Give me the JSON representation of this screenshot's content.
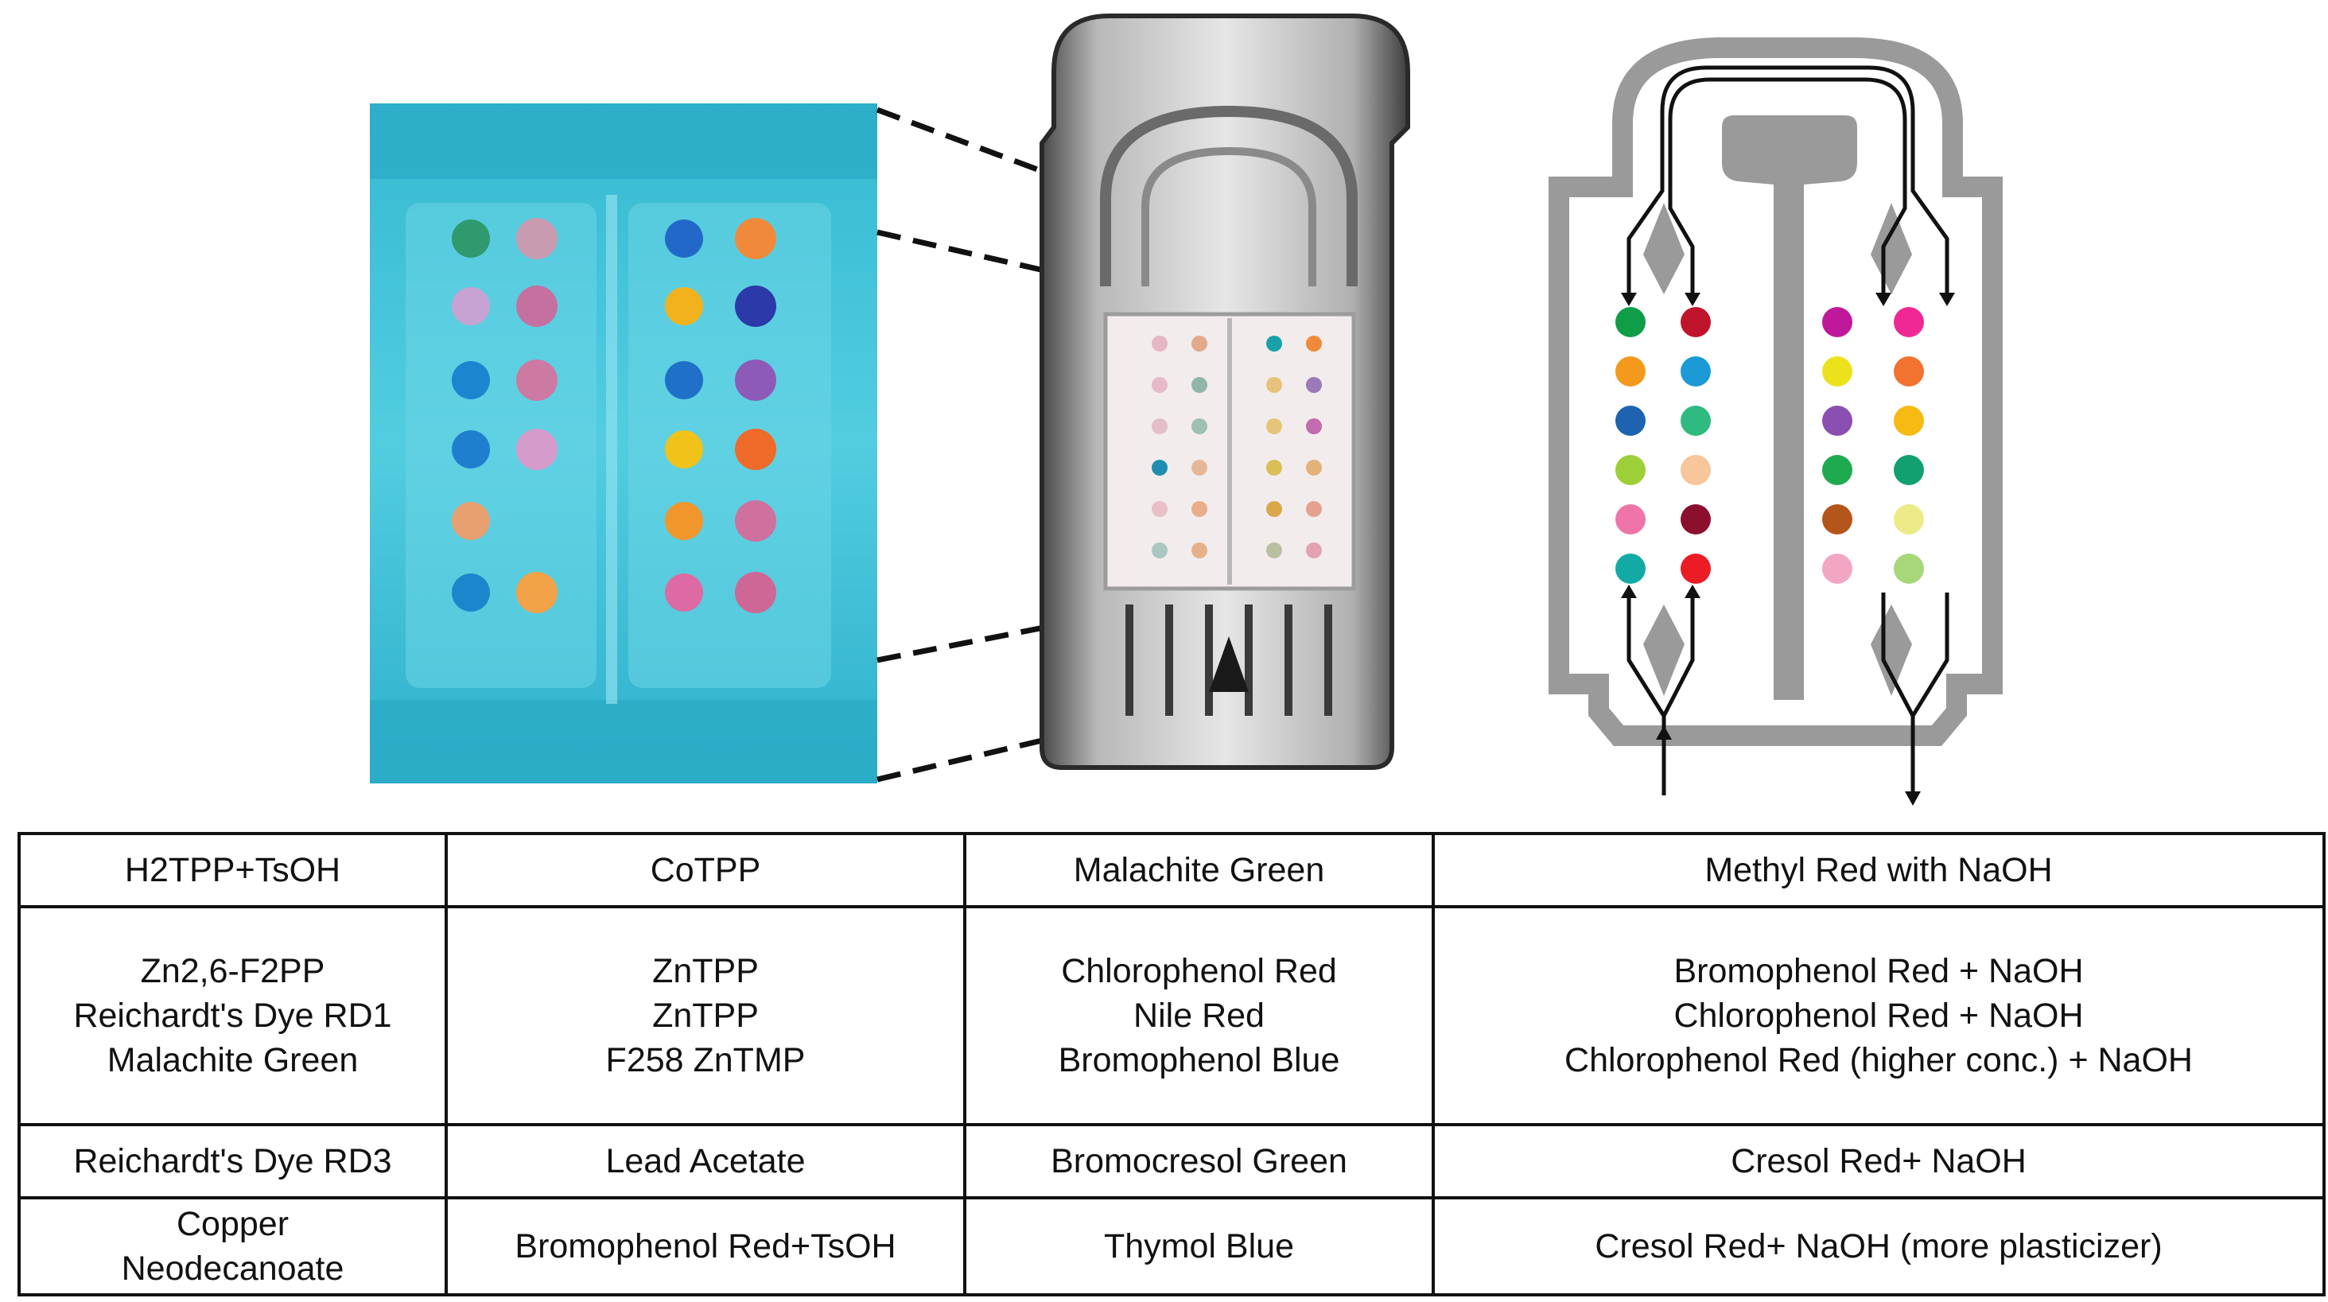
{
  "photo_left": {
    "panel_color": "#46c8dc",
    "left_column": [
      "#2f9a6e",
      "#c89bb0",
      "#c6a3d2",
      "#c471a0",
      "#1b86cf",
      "#cd7aa2",
      "#1f7fcf",
      "#d59bca",
      "#e8a070",
      null,
      "#1c86cc",
      "#f2a347"
    ],
    "right_column": [
      "#2268c8",
      "#f08a3a",
      "#f2b21e",
      "#2b3aa8",
      "#1e70c8",
      "#8e5ab8",
      "#f0c21a",
      "#f06a2a",
      "#f0962a",
      "#d0709e",
      "#de6aa4",
      "#cf6796"
    ]
  },
  "photo_middle": {
    "spot_rows": [
      [
        "#e6b7c2",
        "#e3a98b",
        "#1aa1a8",
        "#f08a3a"
      ],
      [
        "#e8b9c8",
        "#8fb6a8",
        "#e7c27a",
        "#9a7ab8"
      ],
      [
        "#e3bfc9",
        "#9fbfb3",
        "#e6c57a",
        "#c36ab0"
      ],
      [
        "#1e8fb0",
        "#e7b79a",
        "#d9bf56",
        "#e2b27a"
      ],
      [
        "#e8c0c6",
        "#e9ad8a",
        "#d9a84a",
        "#e5a090"
      ],
      [
        "#a8c7c0",
        "#e5b08a",
        "#b8c0a0",
        "#e3a2b2"
      ]
    ]
  },
  "schematic": {
    "channel_color": "#9a9a9a",
    "spots": [
      [
        "#0f9d48",
        "#c0142c",
        "#c0189a",
        "#f02894"
      ],
      [
        "#f39a1c",
        "#1b9ad6",
        "#ece21c",
        "#f27230"
      ],
      [
        "#1d63b0",
        "#2fba80",
        "#8a4fb0",
        "#f6ba12"
      ],
      [
        "#9dcf38",
        "#f7c69a",
        "#1faa50",
        "#12a070"
      ],
      [
        "#ef75a8",
        "#8c0f2e",
        "#b4561c",
        "#eceb88"
      ],
      [
        "#13aaa6",
        "#ec1c24",
        "#f2a6c4",
        "#a6d87a"
      ]
    ]
  },
  "table": {
    "rows": [
      [
        [
          "H2TPP+TsOH"
        ],
        [
          "CoTPP"
        ],
        [
          "Malachite Green"
        ],
        [
          "Methyl Red with NaOH"
        ]
      ],
      [
        [
          "Zn2,6-F2PP",
          "Reichardt's Dye RD1",
          "Malachite Green"
        ],
        [
          "ZnTPP",
          "ZnTPP",
          "F258 ZnTMP"
        ],
        [
          "Chlorophenol Red",
          "Nile Red",
          "Bromophenol Blue"
        ],
        [
          "Bromophenol Red + NaOH",
          "Chlorophenol Red + NaOH",
          "Chlorophenol Red (higher conc.) + NaOH"
        ]
      ],
      [
        [
          "Reichardt's Dye RD3"
        ],
        [
          "Lead Acetate"
        ],
        [
          "Bromocresol Green"
        ],
        [
          "Cresol Red+ NaOH"
        ]
      ],
      [
        [
          "Copper",
          "Neodecanoate"
        ],
        [
          "Bromophenol Red+TsOH"
        ],
        [
          "Thymol Blue"
        ],
        [
          "Cresol Red+ NaOH (more plasticizer)"
        ]
      ]
    ]
  }
}
